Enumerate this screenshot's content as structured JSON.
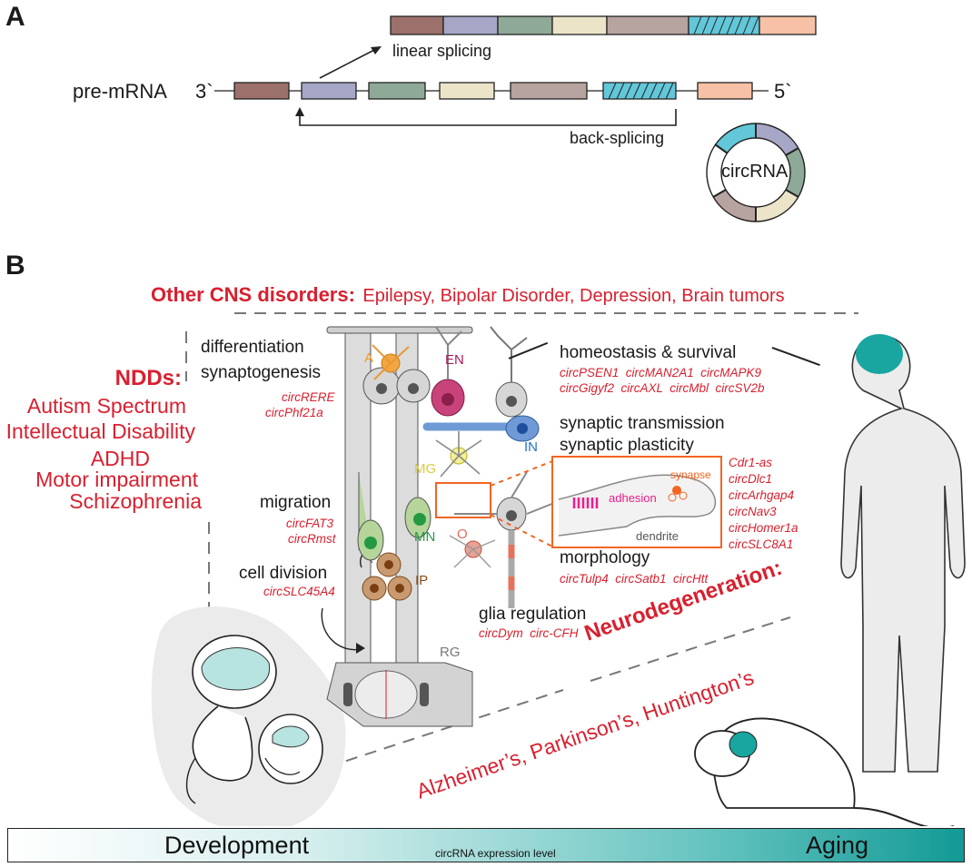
{
  "panel_a": {
    "letter": "A",
    "pre_mrna": "pre-mRNA",
    "three_prime": "3`",
    "five_prime": "5`",
    "linear_splicing": "linear splicing",
    "back_splicing": "back-splicing",
    "circrna": "circRNA",
    "exon_colors": [
      "#9c706b",
      "#a6a6c6",
      "#8fa998",
      "#ebe4c9",
      "#b7a39f",
      "#62c7d9",
      "#f6c1a6"
    ]
  },
  "panel_b": {
    "letter": "B",
    "other_cns_title": "Other CNS disorders:",
    "other_cns_list": "Epilepsy, Bipolar Disorder, Depression, Brain tumors",
    "ndd_title": "NDDs:",
    "ndd_list": [
      "Autism Spectrum",
      "Intellectual Disability",
      "ADHD",
      "Motor impairment",
      "Schizophrenia"
    ],
    "neurodegeneration_title": "Neurodegeneration:",
    "neurodegeneration_list": "Alzheimer’s, Parkinson’s, Huntington’s",
    "processes": {
      "differentiation": "differentiation",
      "synaptogenesis": "synaptogenesis",
      "diff_genes": [
        "circRERE",
        "circPhf21a"
      ],
      "migration": "migration",
      "migration_genes": [
        "circFAT3",
        "circRmst"
      ],
      "cell_division": "cell division",
      "cell_division_genes": [
        "circSLC45A4"
      ],
      "homeostasis": "homeostasis & survival",
      "homeostasis_genes_1": "circPSEN1  circMAN2A1  circMAPK9",
      "homeostasis_genes_2": "circGigyf2  circAXL  circMbl  circSV2b",
      "synaptic_transmission": "synaptic transmission",
      "synaptic_plasticity": "synaptic plasticity",
      "synaptic_genes": [
        "Cdr1-as",
        "circDlc1",
        "circArhgap4",
        "circNav3",
        "circHomer1a",
        "circSLC8A1"
      ],
      "morphology": "morphology",
      "morphology_genes": "circTulp4  circSatb1  circHtt",
      "glia_regulation": "glia regulation",
      "glia_genes": "circDym  circ-CFH"
    },
    "cell_labels": {
      "A": "A",
      "EN": "EN",
      "IN": "IN",
      "MG": "MG",
      "MN": "MN",
      "IP": "IP",
      "O": "O",
      "RG": "RG"
    },
    "inset": {
      "adhesion": "adhesion",
      "synapse": "synapse",
      "dendrite": "dendrite"
    },
    "bar": {
      "left": "Development",
      "middle": "circRNA expression level",
      "right": "Aging",
      "gradient_start": "#ffffff",
      "gradient_end": "#129a96"
    },
    "colors": {
      "accent_red": "#d8202f",
      "orange": "#f26522",
      "teal_brain": "#1aa6a0"
    }
  }
}
